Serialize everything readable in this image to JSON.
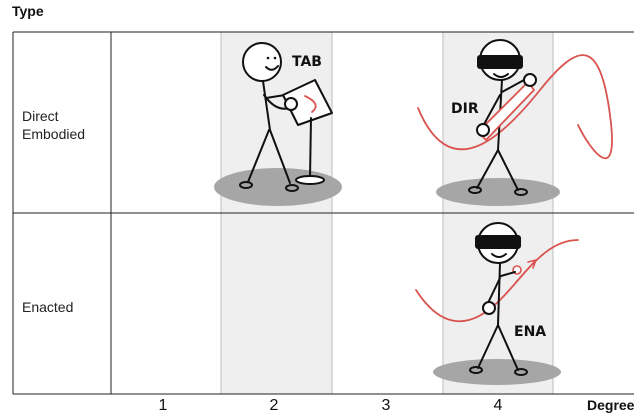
{
  "axes": {
    "y_title": "Type",
    "x_title": "Degree",
    "x_ticks": [
      "1",
      "2",
      "3",
      "4"
    ]
  },
  "rows": [
    {
      "lines": [
        "Direct",
        "Embodied"
      ]
    },
    {
      "lines": [
        "Enacted"
      ]
    }
  ],
  "figures": {
    "tab": {
      "label": "TAB"
    },
    "dir": {
      "label": "DIR"
    },
    "ena": {
      "label": "ENA"
    }
  },
  "colors": {
    "accent": "#d9534f",
    "column_shade": "#efefef",
    "shadow": "#a6a6a6",
    "line": "#222222"
  }
}
